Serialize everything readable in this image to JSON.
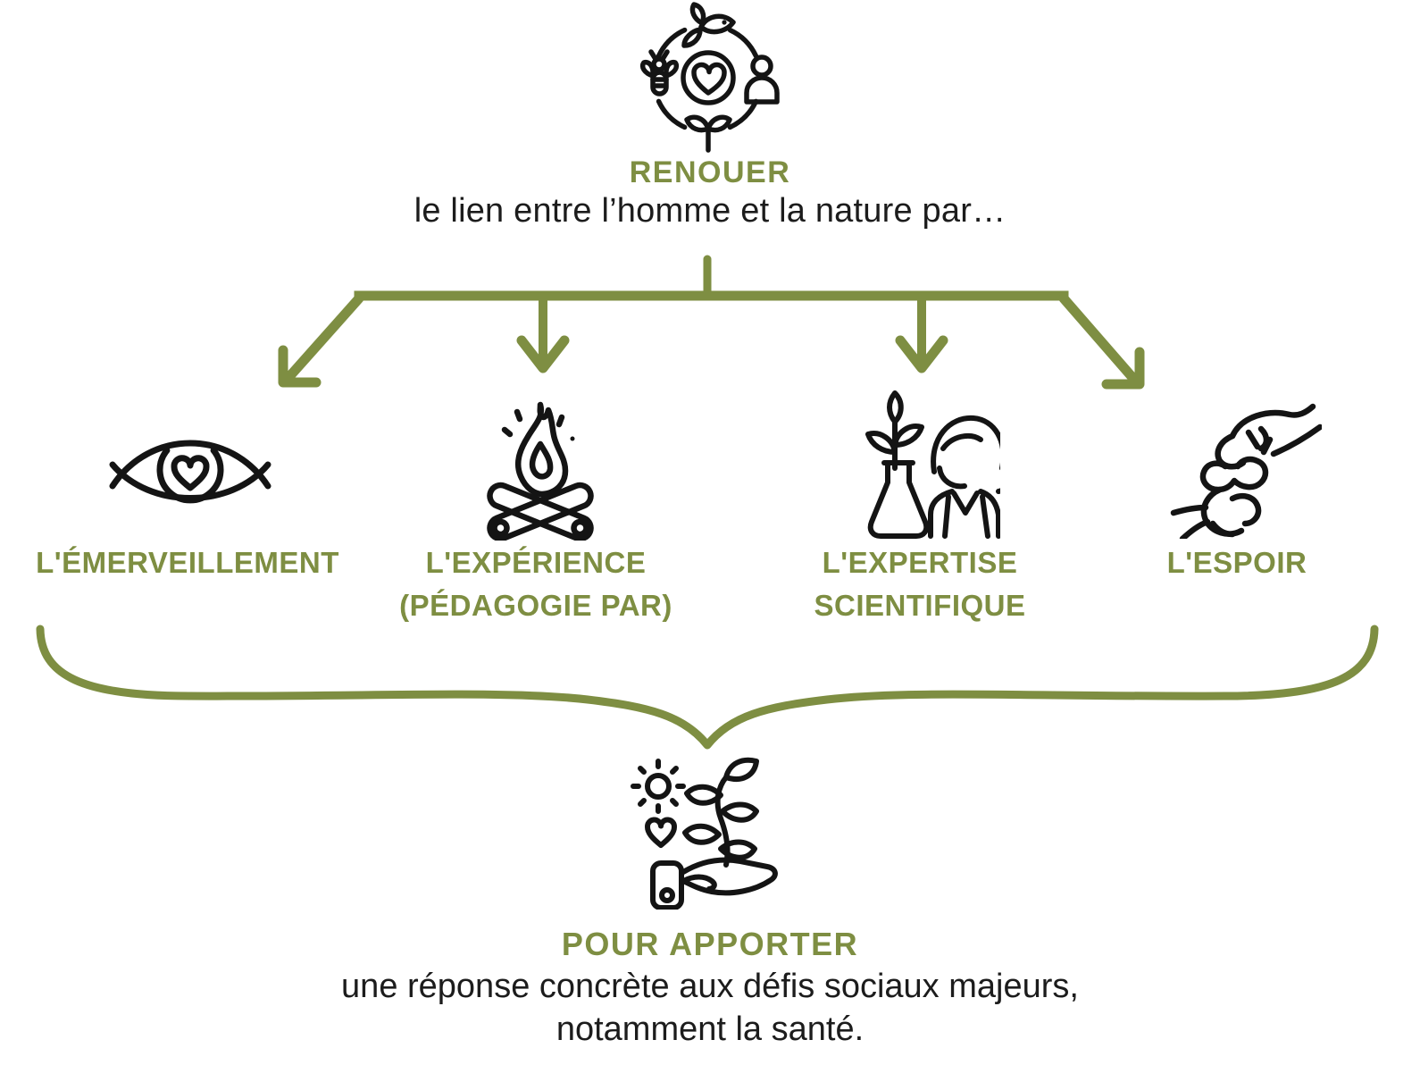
{
  "colors": {
    "accent": "#7E8E42",
    "ink": "#1C1C1C",
    "background": "#FFFFFF"
  },
  "header": {
    "icon": "nature-cycle-icon",
    "title": "RENOUER",
    "subtitle": "le lien entre l’homme et la nature par…"
  },
  "branches": [
    {
      "icon": "eye-heart-icon",
      "lines": [
        "L'ÉMERVEILLEMENT"
      ]
    },
    {
      "icon": "campfire-icon",
      "lines": [
        "L'EXPÉRIENCE",
        "(PÉDAGOGIE PAR)"
      ]
    },
    {
      "icon": "scientist-plant-icon",
      "lines": [
        "L'EXPERTISE",
        "SCIENTIFIQUE"
      ]
    },
    {
      "icon": "helping-hands-icon",
      "lines": [
        "L'ESPOIR"
      ]
    }
  ],
  "footer": {
    "icon": "hand-plant-icon",
    "title": "POUR APPORTER",
    "lines": [
      "une réponse concrète aux défis sociaux majeurs,",
      "notamment la santé."
    ]
  }
}
